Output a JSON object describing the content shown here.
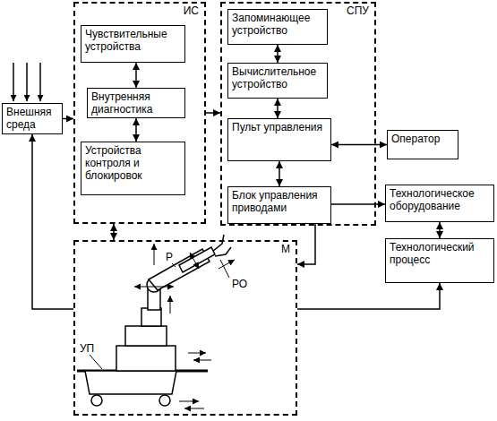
{
  "diagram": {
    "nodes": [
      {
        "text": [
          "Внешняя среда"
        ]
      },
      {
        "text": [
          "ИС"
        ]
      },
      {
        "text": [
          "Чувствительные устройства"
        ],
        "in": 1
      },
      {
        "text": [
          "Внутренняя диагностика"
        ],
        "in": 1
      },
      {
        "text": [
          "Устройства контроля и блокировок"
        ],
        "in": 1
      },
      {
        "text": [
          "СПУ"
        ]
      },
      {
        "text": [
          "Запоминающее устройство"
        ],
        "in": 5
      },
      {
        "text": [
          "Вычислительное устройство"
        ],
        "in": 5
      },
      {
        "text": [
          "Пульт управления"
        ],
        "in": 5
      },
      {
        "text": [
          "Блок управления приводами"
        ],
        "in": 5
      },
      {
        "text": [
          "Оператор"
        ]
      },
      {
        "text": [
          "Технологическое оборудование"
        ]
      },
      {
        "text": [
          "Технологический процесс"
        ]
      },
      {
        "text": [
          "М"
        ]
      }
    ],
    "edges": [
      {
        "from": 2,
        "to": 3,
        "arrow": "both"
      },
      {
        "from": 3,
        "to": 4,
        "arrow": "both"
      },
      {
        "from": 1,
        "to": 5,
        "arrow": "to"
      },
      {
        "from": 6,
        "to": 7,
        "arrow": "both"
      },
      {
        "from": 7,
        "to": 8,
        "arrow": "both"
      },
      {
        "from": 8,
        "to": 9,
        "arrow": "both"
      },
      {
        "from": 8,
        "to": 10,
        "arrow": "both"
      },
      {
        "from": 9,
        "to": 11,
        "arrow": "to"
      },
      {
        "from": 11,
        "to": 12,
        "arrow": "both"
      },
      {
        "from": 9,
        "to": 13,
        "arrow": "to"
      },
      {
        "from": 13,
        "to": 12,
        "arrow": "to"
      },
      {
        "from": 13,
        "to": 0,
        "arrow": "to"
      },
      {
        "from": 0,
        "to": 1,
        "arrow": "to"
      },
      {
        "from": 1,
        "to": 13,
        "arrow": "both"
      }
    ],
    "labels": [
      "Р",
      "РО",
      "УП"
    ]
  }
}
